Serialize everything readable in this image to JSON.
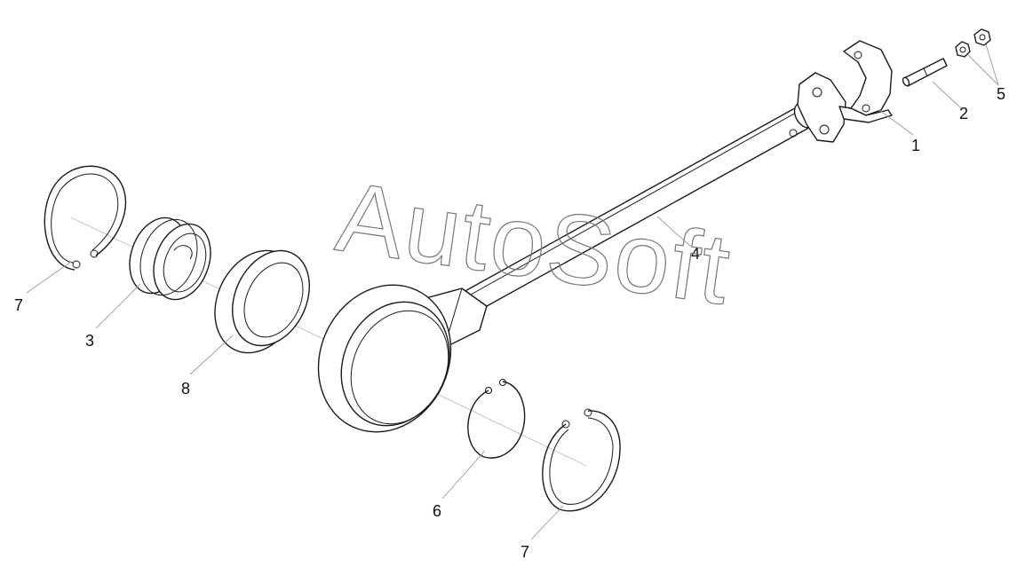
{
  "watermark": "AutoSoft",
  "callouts": {
    "c1": "1",
    "c2": "2",
    "c3": "3",
    "c4": "4",
    "c5": "5",
    "c6": "6",
    "c7a": "7",
    "c7b": "7",
    "c8": "8"
  },
  "colors": {
    "line": "#1a1a1a",
    "leader": "#9a9a9a",
    "watermark": "#777777"
  }
}
